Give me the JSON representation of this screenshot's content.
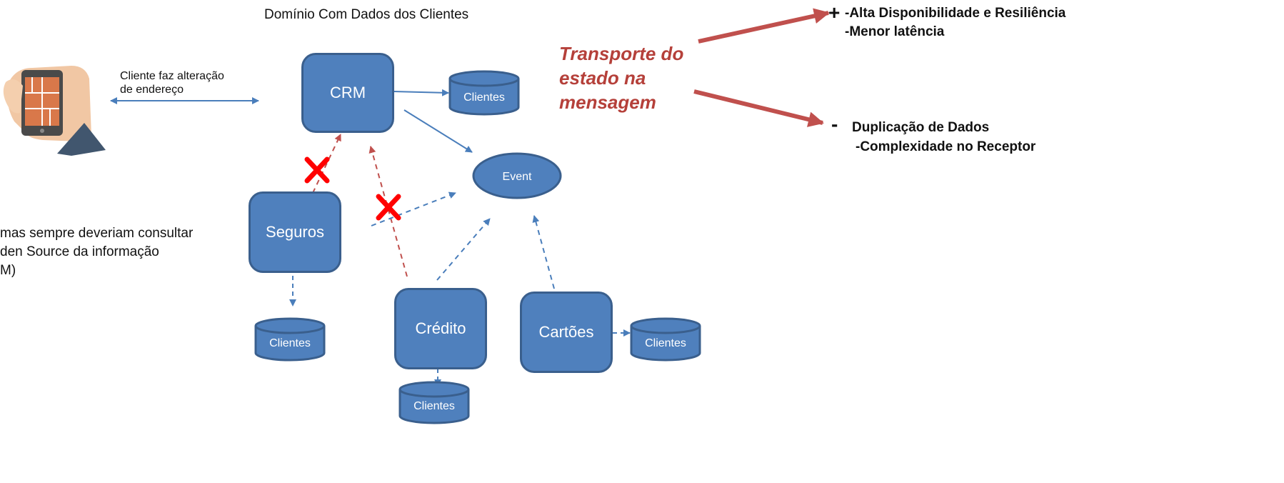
{
  "header": {
    "title": "Domínio Com Dados dos Clientes"
  },
  "phone_note": {
    "line1": "Cliente faz alteração",
    "line2": "de endereço"
  },
  "side_note": {
    "line1": "mas sempre deveriam consultar",
    "line2": "den Source da informação",
    "line3": "M)"
  },
  "services": {
    "crm": "CRM",
    "seguros": "Seguros",
    "credito": "Crédito",
    "cartoes": "Cartões"
  },
  "event": {
    "label": "Event"
  },
  "databases": {
    "crm_db": "Clientes",
    "seguros_db": "Clientes",
    "credito_db": "Clientes",
    "cartoes_db": "Clientes"
  },
  "pattern": {
    "line1": "Transporte do",
    "line2": "estado na",
    "line3": "mensagem"
  },
  "pros": {
    "sign": "+",
    "line1": "-Alta Disponibilidade e Resiliência",
    "line2": "-Menor latência"
  },
  "cons": {
    "sign": "-",
    "line1": "Duplicação de Dados",
    "line2": "-Complexidade no Receptor"
  },
  "colors": {
    "box_fill": "#4f80bd",
    "box_border": "#3a5f8d",
    "solid_arrow": "#4a7ebb",
    "blocked_arrow": "#c0504d",
    "cross": "#ff0000",
    "pattern_text": "#b5403a"
  }
}
